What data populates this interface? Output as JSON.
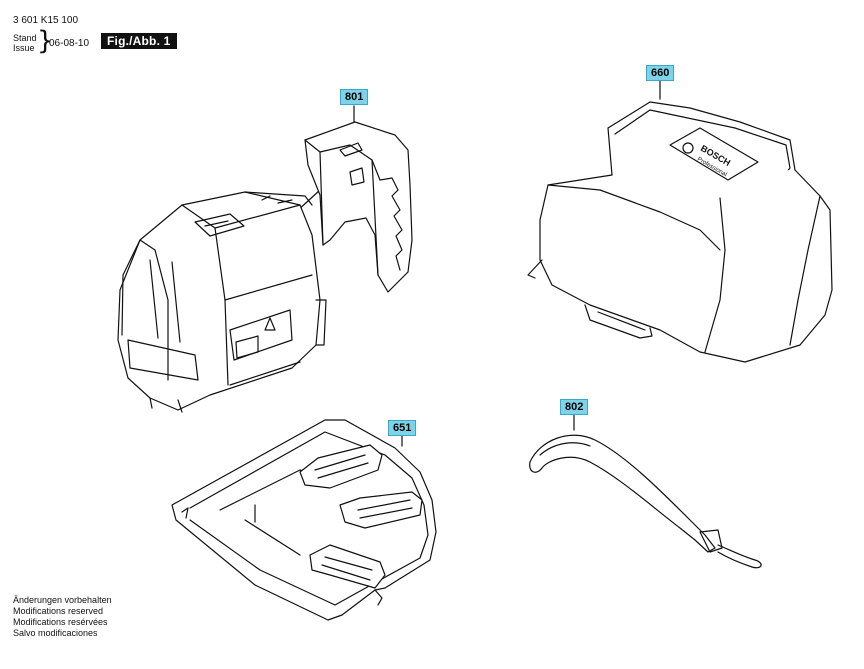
{
  "header": {
    "part_number": "3 601 K15 100",
    "stand": "Stand",
    "issue": "Issue",
    "brace": "}",
    "date": "06-08-10",
    "figure_label": "Fig./Abb. 1"
  },
  "callouts": {
    "c801": "801",
    "c660": "660",
    "c651": "651",
    "c802": "802"
  },
  "pouch": {
    "logo_text": "BOSCH",
    "logo_subtext": "Professional"
  },
  "footer": {
    "lines": [
      "Änderungen vorbehalten",
      "Modifications reserved",
      "Modifications resérvées",
      "Salvo modificaciones"
    ]
  },
  "colors": {
    "callout_bg": "#7fd3e8",
    "figure_bg": "#111111"
  }
}
